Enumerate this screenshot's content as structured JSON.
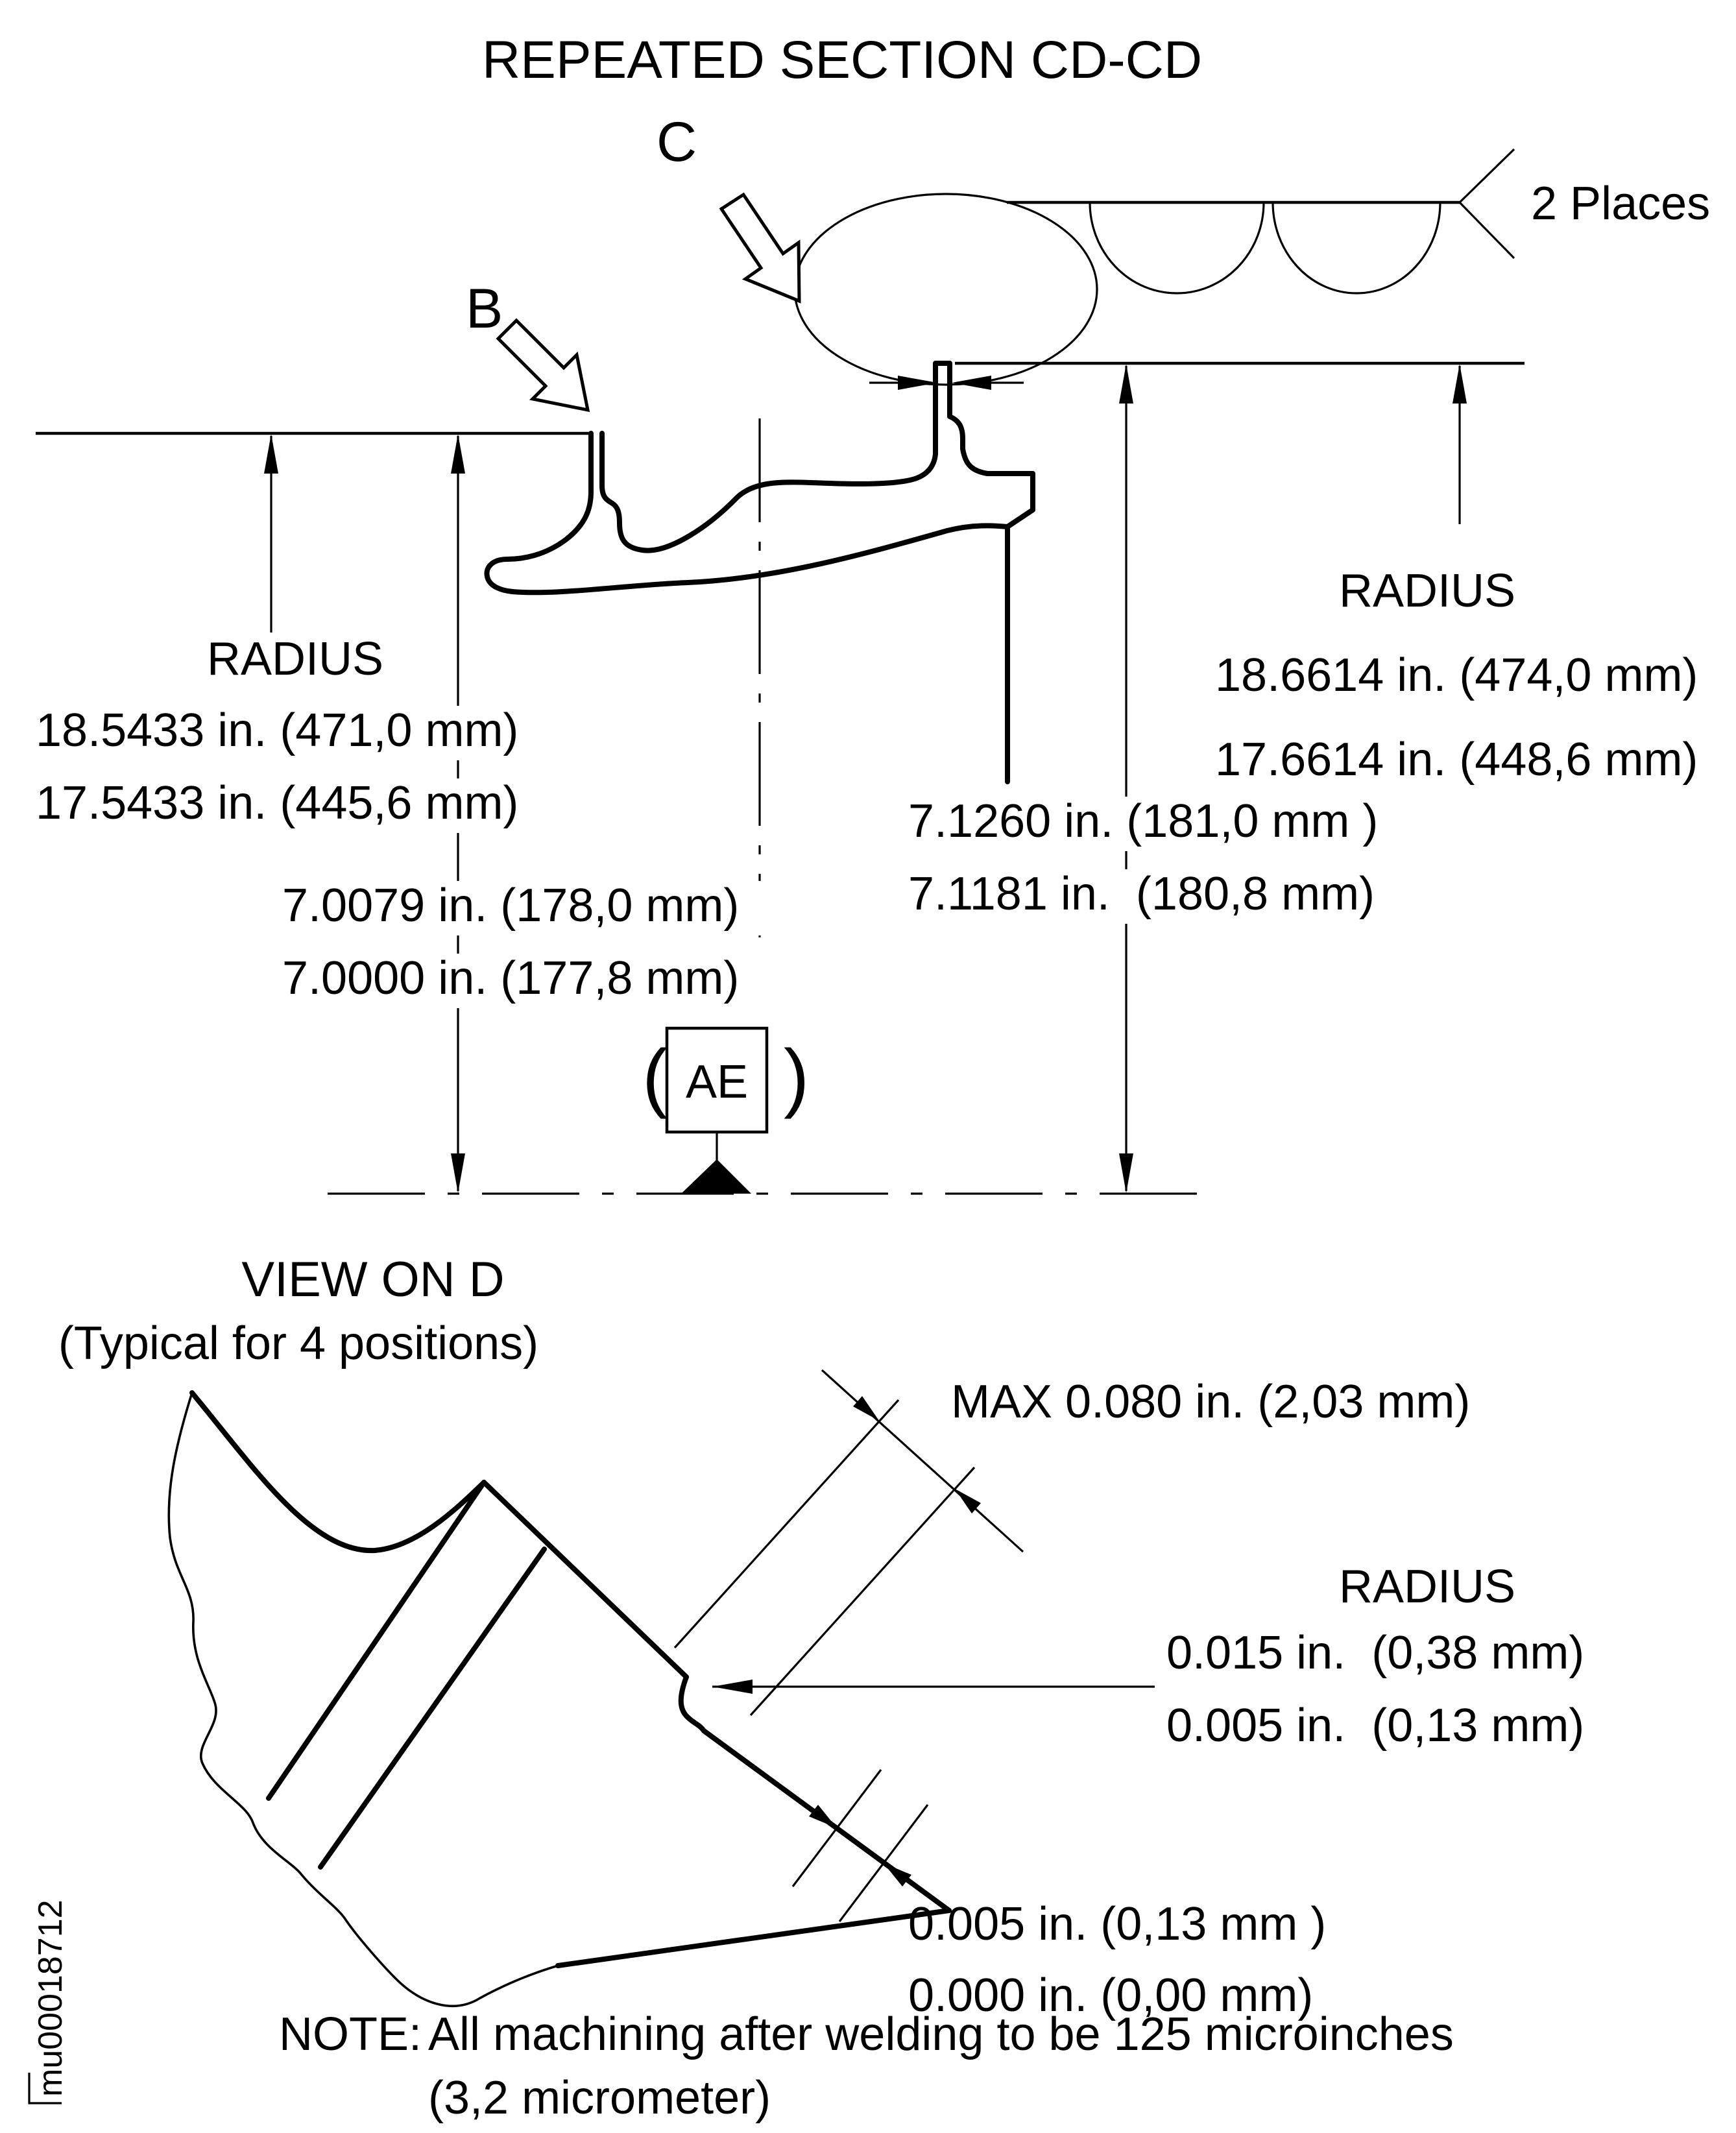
{
  "title": "REPEATED SECTION CD-CD",
  "labels": {
    "b": "B",
    "c": "C",
    "places": "2 Places"
  },
  "left_radius": {
    "heading": "RADIUS",
    "line1": "18.5433 in. (471,0 mm)",
    "line2": "17.5433 in. (445,6 mm)"
  },
  "left_height": {
    "line1": "7.0079 in. (178,0 mm)",
    "line2": "7.0000 in. (177,8 mm)"
  },
  "right_radius": {
    "heading": "RADIUS",
    "line1": "18.6614 in. (474,0 mm)",
    "line2": "17.6614 in. (448,6 mm)"
  },
  "mid_height": {
    "line1": "7.1260 in. (181,0 mm )",
    "line2": "7.1181 in.  (180,8 mm)"
  },
  "datum": {
    "open": "(",
    "label": "AE",
    "close": ")"
  },
  "view_d": {
    "title": "VIEW ON D",
    "subtitle": "(Typical for 4 positions)"
  },
  "max_dim": "MAX 0.080 in. (2,03 mm)",
  "tip_radius": {
    "heading": "RADIUS",
    "line1": "0.015 in.  (0,38 mm)",
    "line2": "0.005 in.  (0,13 mm)"
  },
  "tip_gap": {
    "line1": "0.005 in. (0,13 mm )",
    "line2": "0.000 in. (0,00 mm)"
  },
  "note": {
    "prefix": "NOTE:",
    "line1": "All machining after welding to be 125 microinches",
    "line2": "(3,2 micrometer)"
  },
  "doc_number": "mu00018712",
  "colors": {
    "ink": "#000000",
    "paper": "#ffffff"
  }
}
